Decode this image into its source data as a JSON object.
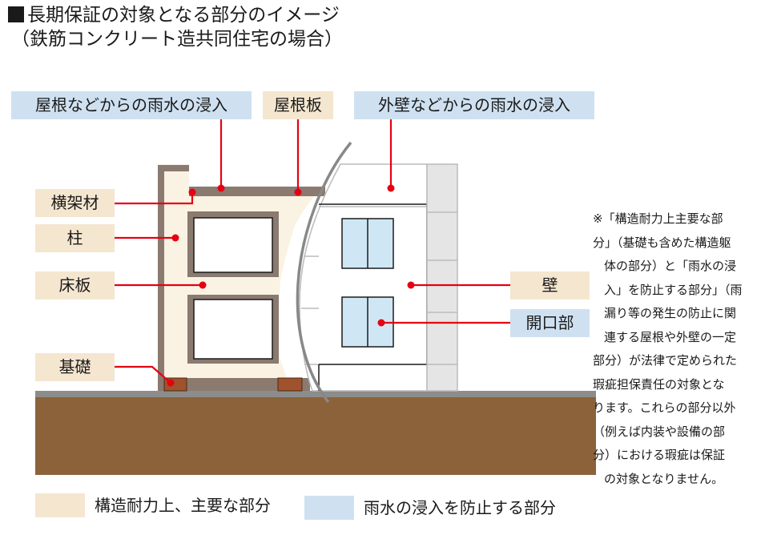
{
  "title": {
    "line1": "長期保証の対象となる部分のイメージ",
    "line2": "（鉄筋コンクリート造共同住宅の場合）"
  },
  "labels": {
    "roof_rain": "屋根などからの雨水の浸入",
    "roof_slab": "屋根板",
    "wall_rain": "外壁などからの雨水の浸入",
    "beam": "横架材",
    "column": "柱",
    "floor_slab": "床板",
    "foundation": "基礎",
    "wall": "壁",
    "opening": "開口部"
  },
  "note_lines": [
    "※「構造耐力上主要な部",
    "分」（基礎も含めた構造躯",
    "体の部分）と「雨水の浸",
    "入」を防止する部分」（雨",
    "漏り等の発生の防止に関",
    "連する屋根や外壁の一定",
    "部分）が法律で定められた",
    "瑕疵担保責任の対象とな",
    "ります。これらの部分以外",
    "（例えば内装や設備の部",
    "分）における瑕疵は保証",
    "の対象となりません。"
  ],
  "legend": {
    "structural": "構造耐力上、主要な部分",
    "waterproof": "雨水の浸入を防止する部分"
  },
  "colors": {
    "structural": "#f5e6d0",
    "waterproof": "#cfe1f1",
    "leader_line": "#e60012",
    "ground": "#8b6239",
    "concrete_frame": "#8a7a70",
    "building_fill": "#faf3e3"
  }
}
